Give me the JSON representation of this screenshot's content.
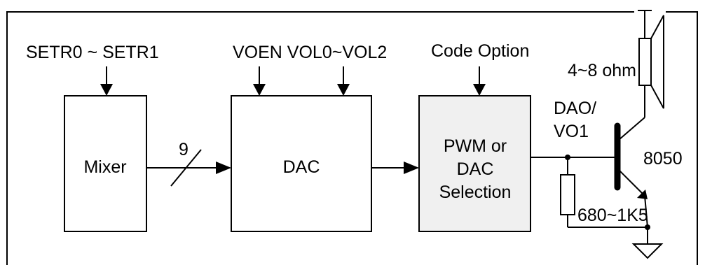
{
  "blocks": {
    "mixer": "Mixer",
    "dac": "DAC",
    "pwm": [
      "PWM or",
      "DAC",
      "Selection"
    ]
  },
  "inputs": {
    "setr": "SETR0 ~ SETR1",
    "voen": "VOEN VOL0~VOL2",
    "code_option": "Code Option"
  },
  "bus_width": "9",
  "output": {
    "node": [
      "DAO/",
      "VO1"
    ],
    "transistor": "8050",
    "speaker": "4~8 ohm",
    "resistor": "680~1K5"
  },
  "colors": {
    "stroke": "#000000",
    "pwm_fill": "#f0f0f0",
    "background": "#ffffff"
  }
}
